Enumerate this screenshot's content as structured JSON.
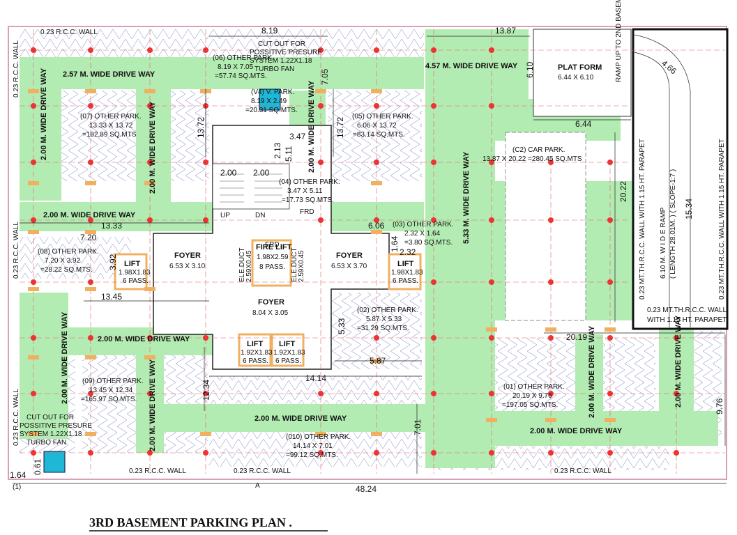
{
  "title": "3RD BASEMENT PARKING PLAN .",
  "colors": {
    "driveway": "#b3ecb3",
    "wall": "#d8a0b8",
    "column": "#ee3333",
    "pillar": "#f0b060",
    "parking_hatch": "#9aa0d0",
    "lift_cyan": "#1fb7d6"
  },
  "walls": {
    "top_left": "0.23 R.C.C. WALL",
    "left_top": "0.23 R.C.C. WALL",
    "left_mid": "0.23 R.C.C. WALL",
    "left_bottom": "0.23 R.C.C. WALL",
    "bottom_left": "0.23 R.C.C. WALL",
    "bottom_mid": "0.23 R.C.C. WALL",
    "bottom_right": "0.23 R.C.C. WALL",
    "parapet_line1": "0.23 MT.TH.R.C.C. WALL",
    "parapet_line2": "WITH 1.15 HT. PARAPET",
    "ramp_left": "0.23 MT.TH.R.C.C. WALL WITH 1.15 HT. PARAPET",
    "ramp_right": "0.23 MT.TH.R.C.C. WALL WITH 1.15 HT. PARAPET"
  },
  "driveways": {
    "top_left": "2.57 M. WIDE  DRIVE WAY",
    "top_right": "4.57 M. WIDE  DRIVE WAY",
    "mid_left": "2.00 M. WIDE  DRIVE WAY",
    "lower_left": "2.00 M.  WIDE  DRIVE WAY",
    "bottom_center": "2.00 M.  WIDE  DRIVE WAY",
    "bottom_right": "2.00 M.  WIDE  DRIVE WAY",
    "v_left_top": "2.00 M.  WIDE  DRIVE WAY",
    "v_inner_top": "2.00 M.  WIDE  DRIVE WAY",
    "v_left_bottom": "2.00 M.  WIDE  DRIVE WAY",
    "v_inner_bottom": "2.00 M.  WIDE  DRIVE WAY",
    "v_center": "2.00 M. WIDE  DRIVE WAY",
    "v_right_center": "5.33 M. WIDE  DRIVE WAY",
    "v_right_a": "2.00 M.  WIDE  DRIVE WAY",
    "v_right_b": "2.00 M.  WIDE  DRIVE WAY"
  },
  "parks": {
    "p01": {
      "name": "(01) OTHER PARK.",
      "size": "20.19 X 9.76",
      "area": "=197.05 SQ.MTS."
    },
    "p02": {
      "name": "(02) OTHER PARK.",
      "size": "5.87 X 5.33",
      "area": "=31.29 SQ.MTS."
    },
    "p03": {
      "name": "(03) OTHER PARK.",
      "size": "2.32 X 1.64",
      "area": "=3.80 SQ.MTS."
    },
    "p04": {
      "name": "(04) OTHER PARK.",
      "size": "3.47 X 5.11",
      "area": "=17.73 SQ.MTS."
    },
    "p05": {
      "name": "(05) OTHER PARK.",
      "size": "6.06 X 13.72",
      "area": "=83.14 SQ.MTS."
    },
    "p06": {
      "name": "(06) OTHER PARK.",
      "size": "8.19 X 7.05",
      "area": "=57.74 SQ.MTS."
    },
    "p07": {
      "name": "(07) OTHER PARK.",
      "size": "13.33 X 13.72",
      "area": "=182.89 SQ.MTS"
    },
    "p08": {
      "name": "(08) OTHER PARK.",
      "size": "7.20 X 3.92",
      "area": "=28.22 SQ.MTS."
    },
    "p09": {
      "name": "(09) OTHER PARK.",
      "size": "13.45 X 12.34",
      "area": "=165.97 SQ.MTS."
    },
    "p10": {
      "name": "(010) OTHER PARK.",
      "size": "14.14 X 7.01",
      "area": "=99.12 SQ.MTS."
    },
    "c2": {
      "name": "(C2) CAR PARK.",
      "line": "13.87 X 20.22 =280.45 SQ.MTS"
    },
    "v4": {
      "name": "(V4) V. PARK.",
      "size": "8.19 X 2.49",
      "area": "=20.31 SQ.MTS."
    }
  },
  "core": {
    "foyer_left": {
      "name": "FOYER",
      "size": "6.53 X 3.10"
    },
    "foyer_right": {
      "name": "FOYER",
      "size": "6.53 X 3.70"
    },
    "foyer_center": {
      "name": "FOYER",
      "size": "8.04 X 3.05"
    },
    "fire_lift": {
      "name": "FIRE LIFT",
      "size": "1.98X2.59",
      "cap": "8 PASS."
    },
    "lift_left": {
      "name": "LIFT",
      "size": "1.98X1.83",
      "cap": "6 PASS."
    },
    "lift_right": {
      "name": "LIFT",
      "size": "1.98X1.83",
      "cap": "6 PASS."
    },
    "lift_bottom_a": {
      "name": "LIFT",
      "size": "1.92X1.83",
      "cap": "6 PASS."
    },
    "lift_bottom_b": {
      "name": "LIFT",
      "size": "1.92X1.83",
      "cap": "6 PASS."
    },
    "ele_duct_a": "ELE.DUCT",
    "ele_duct_a_size": "2.59X0.45",
    "ele_duct_b": "ELE.DUCT",
    "ele_duct_b_size": "2.59X0.45",
    "frd": "FRD",
    "up": "UP",
    "dn": "DN"
  },
  "cutouts": {
    "top": [
      "CUT OUT FOR",
      "POSSITIVE PRESURE",
      "SYSTEM 1.22X1.18",
      "TURBO FAN"
    ],
    "bottom": [
      "CUT OUT FOR",
      "POSSITIVE PRESURE",
      "SYSTEM 1.22X1.18",
      "TURBO FAN"
    ]
  },
  "platform": {
    "name": "PLAT FORM",
    "size": "6.44 X 6.10"
  },
  "ramp_up": "RAMP UP TO 2ND BASEMENT",
  "ramp": {
    "line1": "6.10 M. W I D E  RAMP",
    "line2": "( LENGTH 28.01M. ) ( SLOPE-1:7 )"
  },
  "dimensions": {
    "d_8_19": "8.19",
    "d_13_87": "13.87",
    "d_6_10": "6.10",
    "d_4_66": "4.66",
    "d_7_05": "7.05",
    "d_13_72_a": "13.72",
    "d_13_72_b": "13.72",
    "d_2_13": "2.13",
    "d_3_47": "3.47",
    "d_5_11": "5.11",
    "d_2_00_a": "2.00",
    "d_2_00_b": "2.00",
    "d_6_44": "6.44",
    "d_20_22": "20.22",
    "d_15_34": "15.34",
    "d_13_33": "13.33",
    "d_6_06": "6.06",
    "d_1_64": "1.64",
    "d_2_32": "2.32",
    "d_7_20": "7.20",
    "d_3_92": "3.92",
    "d_13_45": "13.45",
    "d_5_33": "5.33",
    "d_5_87": "5.87",
    "d_20_19": "20.19",
    "d_14_14": "14.14",
    "d_12_34": "12.34",
    "d_9_76": "9.76",
    "d_7_01": "7.01",
    "d_48_24": "48.24",
    "d_1_64_b": "1.64",
    "d_1_b": "(1)",
    "d_0_61": "0.61",
    "section_a": "A"
  }
}
